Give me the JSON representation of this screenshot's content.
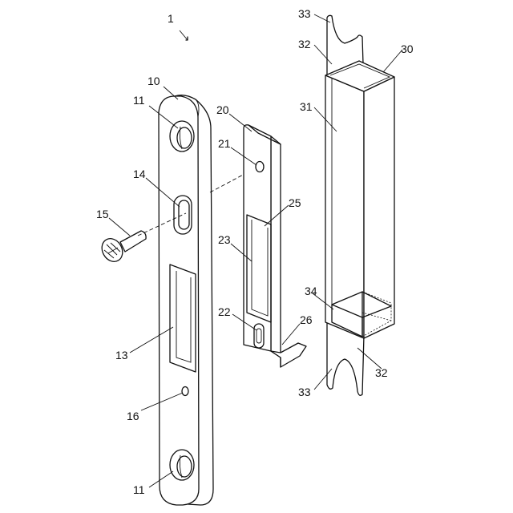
{
  "labels": {
    "assembly": "1",
    "l10": "10",
    "l11_top": "11",
    "l11_bottom": "11",
    "l13": "13",
    "l14": "14",
    "l15": "15",
    "l16": "16",
    "l20": "20",
    "l21": "21",
    "l22": "22",
    "l23": "23",
    "l25": "25",
    "l26": "26",
    "l30": "30",
    "l31": "31",
    "l32_top": "32",
    "l32_bottom": "32",
    "l33_top": "33",
    "l33_bottom": "33",
    "l34": "34"
  }
}
